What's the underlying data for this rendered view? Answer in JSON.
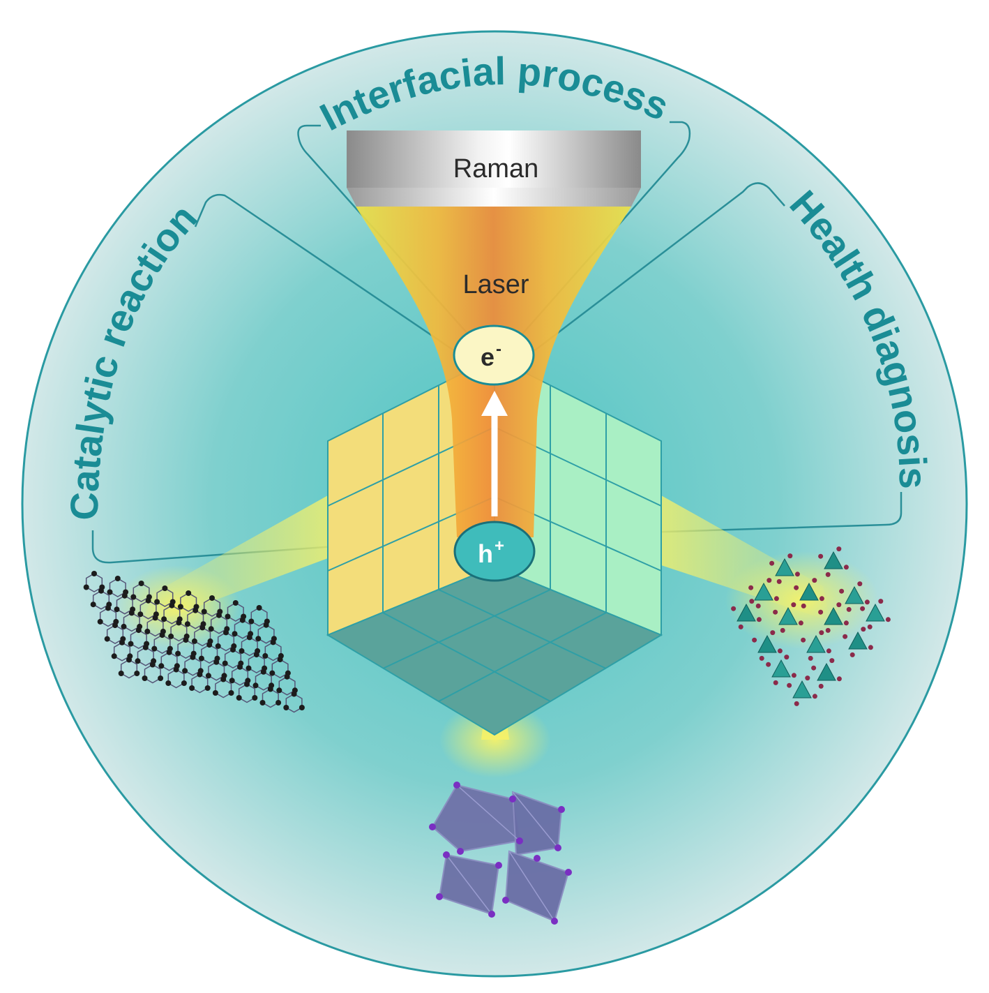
{
  "labels": {
    "top_arc": "Interfacial process",
    "left_arc": "Catalytic reaction",
    "right_arc": "Health diagnosis",
    "detector": "Raman",
    "beam": "Laser",
    "electron": "e",
    "electron_sup": "-",
    "hole": "h",
    "hole_sup": "+"
  },
  "colors": {
    "accent": "#1a8c95",
    "circle_outer": "#cfe6e6",
    "circle_inner": "#5cc7c7",
    "cube_left": "#f3dd7a",
    "cube_right": "#a9efc4",
    "cube_floor": "#5aa39b",
    "beam_hot": "#ef8d39",
    "beam_warm": "#f4c63a",
    "glow": "#f2f06a",
    "graphene_atom": "#1c1c1c",
    "perovskite": "#6a6aa3",
    "framework": "#8b2a4a"
  },
  "icons": [
    "raman-detector-icon",
    "graphene-sheet-icon",
    "perovskite-crystal-icon",
    "framework-crystal-icon",
    "arrow-up-icon"
  ]
}
